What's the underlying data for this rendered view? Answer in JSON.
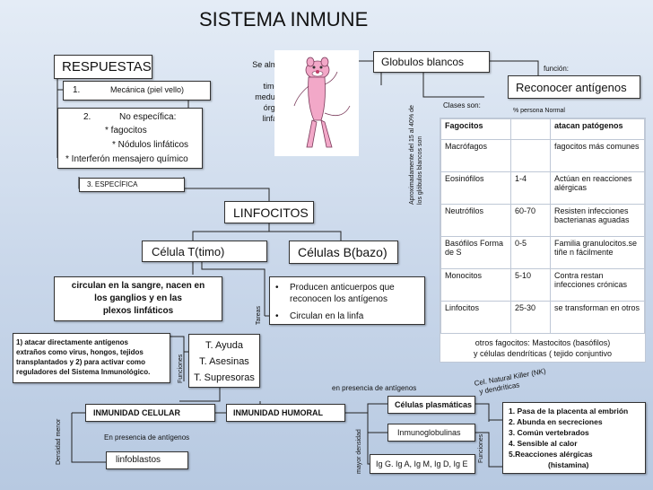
{
  "title": "SISTEMA INMUNE",
  "respuestas": {
    "label": "RESPUESTAS",
    "r1_num": "1.",
    "r1_text": "Mecánica (piel vello)",
    "r2_num": "2.",
    "r2_title": "No específica:",
    "r2_items": [
      "* fagocitos",
      "* Nódulos linfáticos",
      "* Interferón mensajero químico"
    ],
    "r3": "3. ESPECÍFICA"
  },
  "almacenan": [
    "Se almacenan",
    "en:",
    "timo, Bazo,",
    "medula ósea",
    "órganos",
    "linfáticos"
  ],
  "globulos": {
    "label": "Globulos blancos",
    "funcion_label": "función:",
    "funcion": "Reconocer antígenos",
    "clases_label": "Clases son:",
    "porcentaje_label": "% persona Normal",
    "side_note": [
      "Aproximadamente del 15 al 40% de",
      "los glóbulos blancos  son"
    ],
    "table_header": [
      "Fagocitos",
      "",
      "atacan patógenos"
    ],
    "rows": [
      [
        "Macrófagos",
        "",
        "fagocitos más comunes"
      ],
      [
        "Eosinófilos",
        "1-4",
        "Actúan en reacciones alérgicas"
      ],
      [
        "Neutrófilos",
        "60-70",
        "Resisten infecciones bacterianas aguadas"
      ],
      [
        "Basófilos Forma  de S",
        "0-5",
        "Familia granulocitos.se tiñe n fácilmente"
      ],
      [
        "Monocitos",
        "5-10",
        "Contra restan infecciones crónicas"
      ],
      [
        "Linfocitos",
        "25-30",
        "se transforman en otros"
      ]
    ],
    "footer": [
      "otros fagocitos: Mastocitos (basófilos)",
      "y células dendríticas ( tejido  conjuntivo"
    ]
  },
  "linfocitos": "LINFOCITOS",
  "celula_t": {
    "label": "Célula T(timo)",
    "circulan": [
      "circulan en la sangre, nacen en",
      "los ganglios y en las",
      "plexos linfáticos"
    ],
    "funciones_note": [
      "1) atacar directamente antígenos",
      "extraños como virus, hongos, tejidos",
      "transplantados y 2) para activar como",
      "reguladores del Sistema Inmunológico."
    ],
    "funciones_vertical": "Funciones",
    "tareas_vertical": "Tareas",
    "tipos": [
      "T. Ayuda",
      "T. Asesinas",
      "T. Supresoras"
    ]
  },
  "celula_b": {
    "label": "Células B(bazo)",
    "bullets": [
      "Producen anticuerpos que reconocen los antígenos",
      "Circulan en la linfa"
    ]
  },
  "bottom": {
    "densidad_menor": "Densidad menor",
    "inmunidad_celular": "INMUNIDAD CELULAR",
    "presencia_1": "En presencia de antígenos",
    "linfoblastos": "linfoblastos",
    "inmunidad_humoral": "INMUNIDAD HUMORAL",
    "presencia_2": "en presencia de antígenos",
    "mayor_densidad": "mayor densidad",
    "plasmaticas": "Células plasmáticas",
    "inmunoglobulinas": "Inmunoglobulinas",
    "ig_tipos": "Ig G. Ig A, Ig M, Ig D, Ig E",
    "funciones_vertical": "Funciones",
    "cel_nk": [
      "Cel. Natural Killer (NK)",
      "y  dendríticas"
    ],
    "funciones_list": [
      "1. Pasa de la placenta al embrión",
      "2. Abunda en secreciones",
      "3. Común vertebrados",
      "4. Sensible al calor",
      "5.Reacciones alérgicas",
      "(histamina)"
    ]
  }
}
